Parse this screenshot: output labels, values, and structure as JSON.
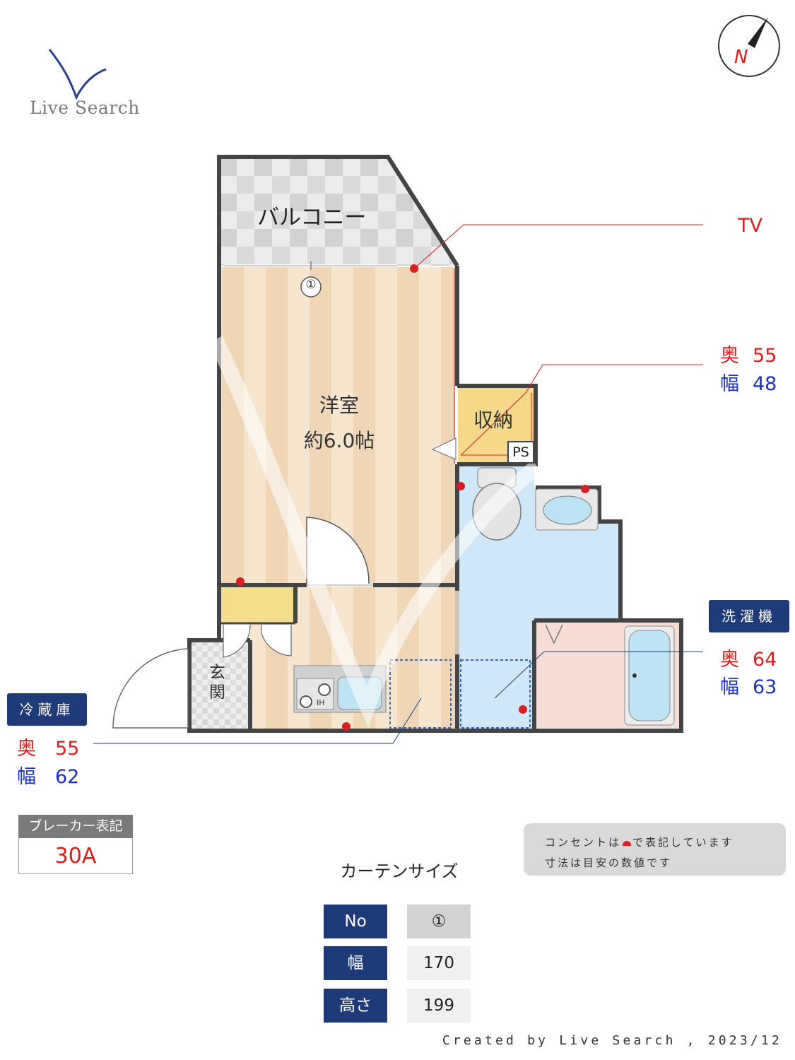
{
  "logo": {
    "text": "Live Search"
  },
  "compass": {
    "label": "N"
  },
  "rooms": {
    "balcony": "バルコニー",
    "western_room": "洋室",
    "western_room_size": "約6.0帖",
    "storage": "収納",
    "ps": "PS",
    "entrance": "玄関",
    "window_no": "①",
    "ih": "IH"
  },
  "callouts": {
    "tv": "TV",
    "storage_depth_label": "奥",
    "storage_depth": "55",
    "storage_width_label": "幅",
    "storage_width": "48",
    "washer_title": "洗濯機",
    "washer_depth_label": "奥",
    "washer_depth": "64",
    "washer_width_label": "幅",
    "washer_width": "63",
    "fridge_title": "冷蔵庫",
    "fridge_depth_label": "奥",
    "fridge_depth": "55",
    "fridge_width_label": "幅",
    "fridge_width": "62"
  },
  "breaker": {
    "label": "ブレーカー表記",
    "value": "30A"
  },
  "note": {
    "line1_a": "コンセントは",
    "line1_b": "で表記しています",
    "line2": "寸法は目安の数値です"
  },
  "curtain": {
    "title": "カーテンサイズ",
    "rows": [
      {
        "label": "No",
        "value": "①"
      },
      {
        "label": "幅",
        "value": "170"
      },
      {
        "label": "高さ",
        "value": "199"
      }
    ]
  },
  "footer": "Created by Live Search , 2023/12",
  "colors": {
    "outlet": "#d81f26",
    "navy": "#1e3a78",
    "red_text": "#e21b1b",
    "blue_text": "#1b2fc9"
  }
}
